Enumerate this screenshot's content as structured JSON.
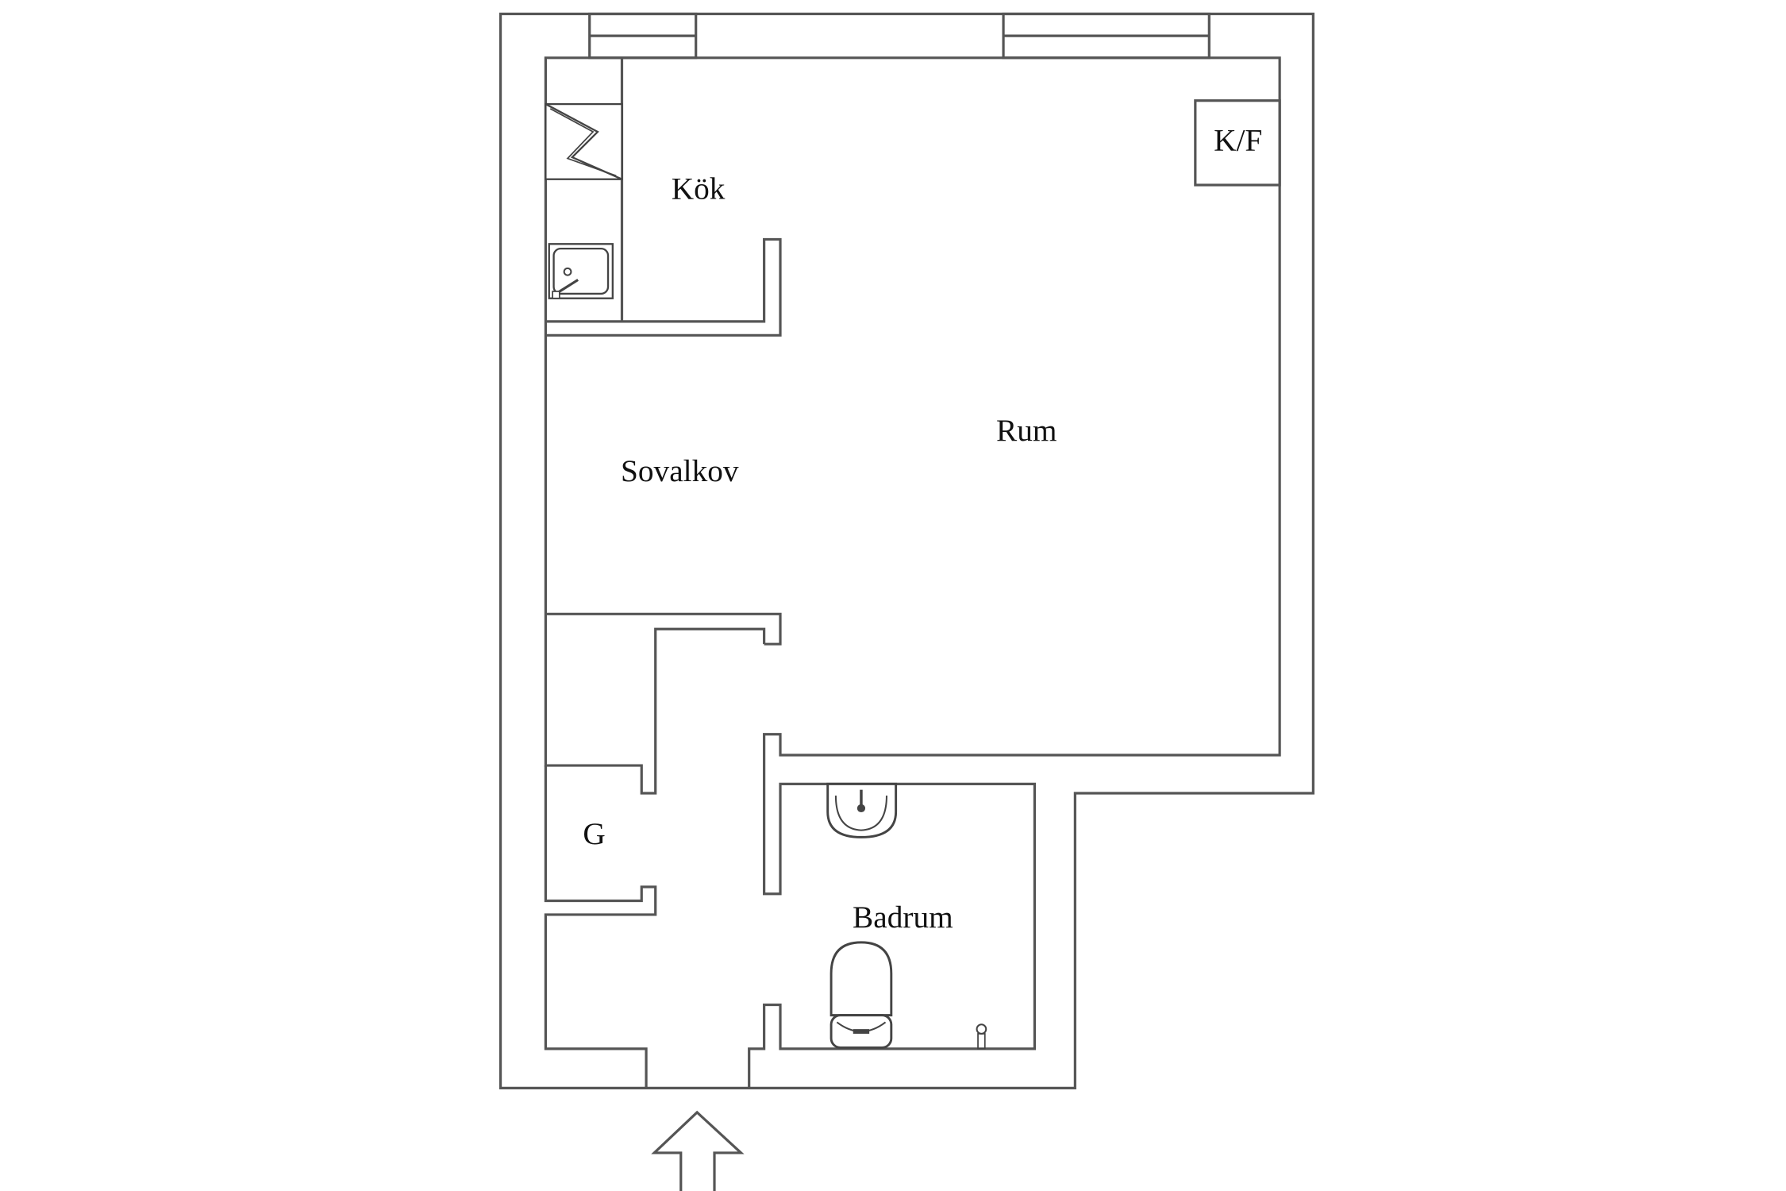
{
  "rooms": {
    "kok": "Kök",
    "kf": "K/F",
    "rum": "Rum",
    "sovalkov": "Sovalkov",
    "g": "G",
    "badrum": "Badrum"
  },
  "fixtures": [
    "stove-icon",
    "kitchen-sink-icon",
    "washbasin-icon",
    "toilet-icon",
    "floor-drain-icon",
    "entrance-arrow-icon"
  ],
  "colors": {
    "line": "#555555",
    "background": "#ffffff"
  }
}
